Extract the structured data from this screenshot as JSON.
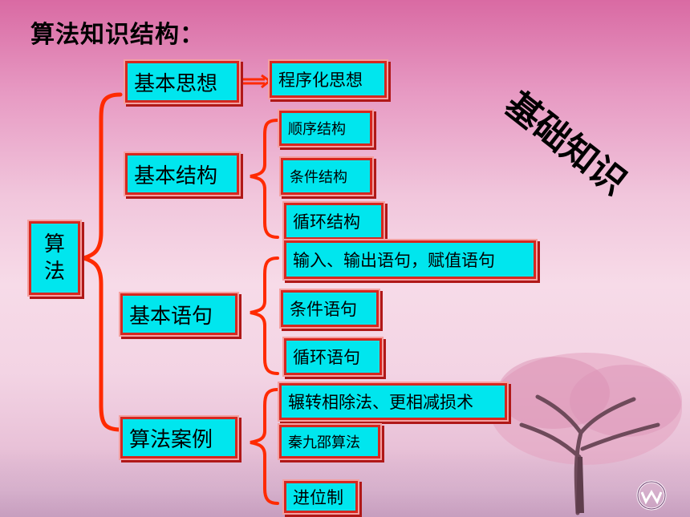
{
  "title": "算法知识结构：",
  "stamp": "基础知识",
  "root": {
    "line1": "算",
    "line2": "法"
  },
  "branches": [
    {
      "label": "基本思想",
      "children": [
        "程序化思想"
      ]
    },
    {
      "label": "基本结构",
      "children": [
        "顺序结构",
        "条件结构",
        "循环结构"
      ]
    },
    {
      "label": "基本语句",
      "children": [
        "输入、输出语句，赋值语句",
        "条件语句",
        "循环语句"
      ]
    },
    {
      "label": "算法案例",
      "children": [
        "辗转相除法、更相减损术",
        "秦九邵算法",
        "进位制"
      ]
    }
  ],
  "colors": {
    "box_fill": "#00e6ee",
    "box_border": "#d6271f",
    "brace": "#ff2a00"
  }
}
